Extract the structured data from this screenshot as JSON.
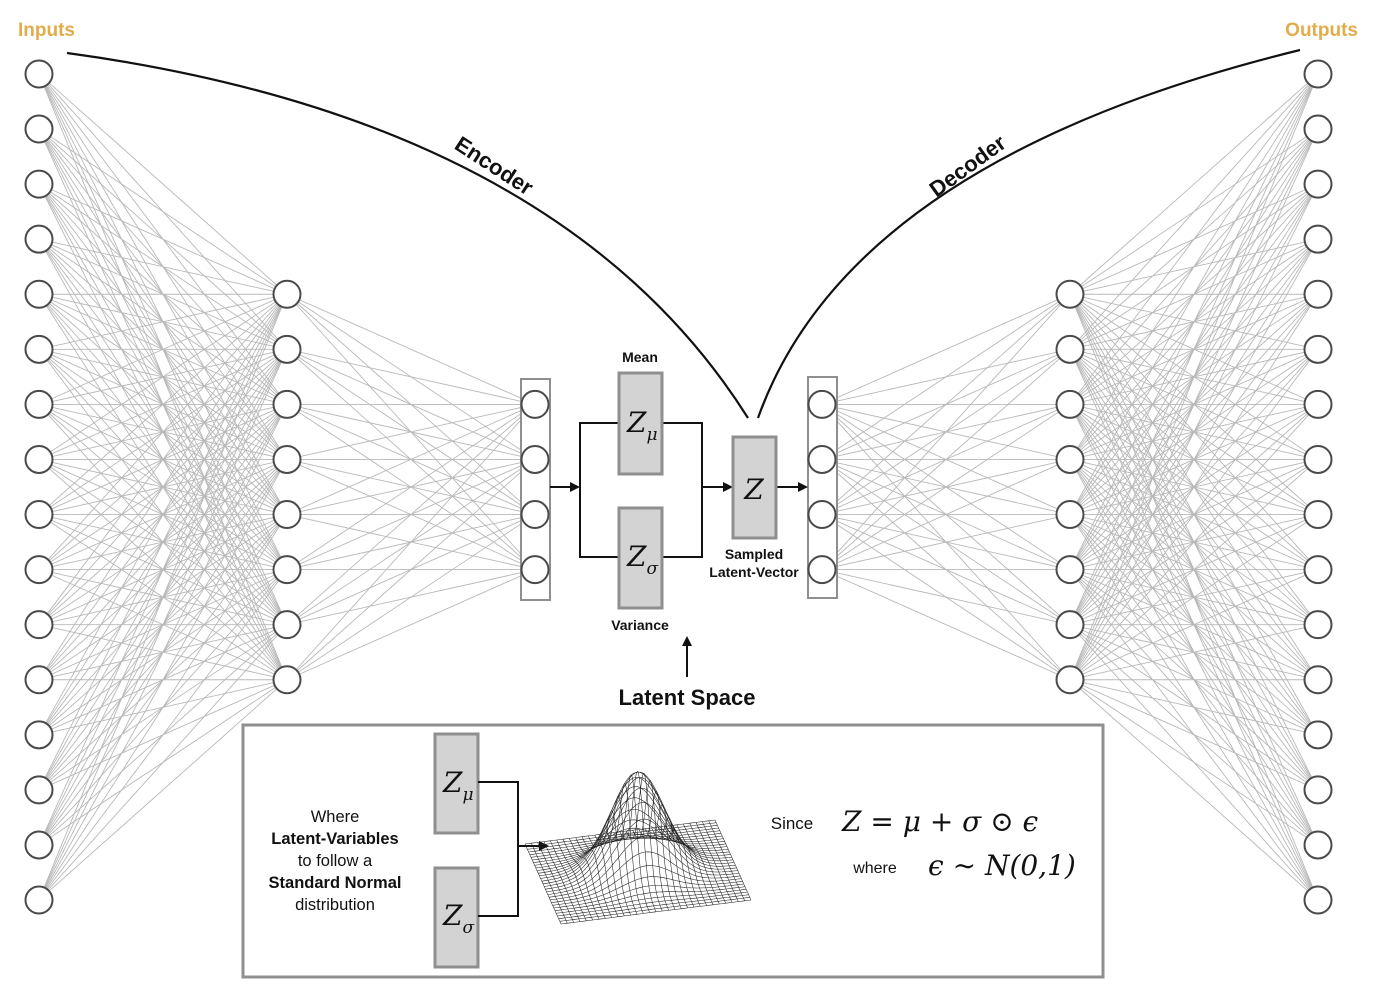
{
  "labels": {
    "inputs": "Inputs",
    "outputs": "Outputs",
    "encoder": "Encoder",
    "decoder": "Decoder",
    "mean": "Mean",
    "variance": "Variance",
    "sampled_line1": "Sampled",
    "sampled_line2": "Latent-Vector",
    "latent_space": "Latent Space"
  },
  "boxes": {
    "z_mu": {
      "main": "Z",
      "sub": "μ"
    },
    "z_sigma": {
      "main": "Z",
      "sub": "σ"
    },
    "z": {
      "main": "Z"
    }
  },
  "inset": {
    "text_lines": [
      {
        "text": "Where",
        "bold": false
      },
      {
        "text": "Latent-Variables",
        "bold": true
      },
      {
        "text": "to follow a",
        "bold": false
      },
      {
        "text": "Standard Normal",
        "bold": true
      },
      {
        "text": "distribution",
        "bold": false
      }
    ],
    "z_mu": {
      "main": "Z",
      "sub": "μ"
    },
    "z_sigma": {
      "main": "Z",
      "sub": "σ"
    },
    "since_label": "Since",
    "equation": "Z = μ + σ ⊙ ϵ",
    "where_label": "where",
    "distribution": "ϵ ∼ N(0,1)"
  },
  "network": {
    "layer_sizes": [
      16,
      8,
      4,
      4,
      8,
      16
    ],
    "layer_roles": [
      "input",
      "hidden-encoder",
      "encoder-bottleneck",
      "decoder-bottleneck",
      "hidden-decoder",
      "output"
    ]
  },
  "colors": {
    "io_label": "#e3ac4b",
    "node_stroke": "#4a4a4a",
    "edge": "#b8b8b8",
    "latent_box_fill": "#d3d3d3",
    "latent_box_stroke": "#8f8f8f",
    "text": "#111111"
  }
}
